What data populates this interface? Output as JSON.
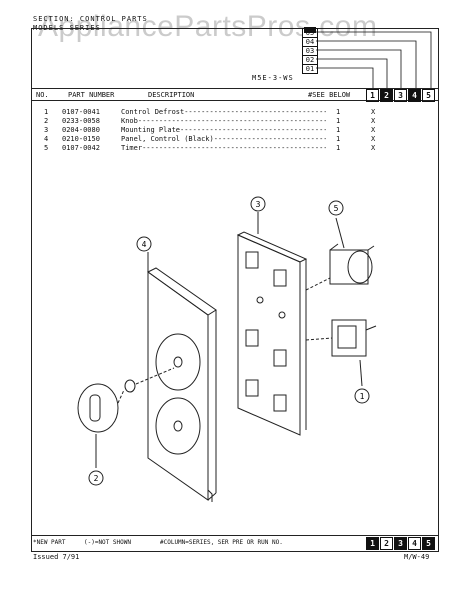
{
  "watermark": "AppliancePartsPros.com",
  "header": {
    "section": "SECTION: CONTROL PARTS",
    "models": "MODELS SERIES",
    "model_number": "M5E-3-WS",
    "see_below": "#SEE BELOW",
    "series_codes": [
      "05",
      "04",
      "03",
      "02",
      "01"
    ]
  },
  "columns": {
    "no": "NO.",
    "part_number": "PART NUMBER",
    "description": "DESCRIPTION",
    "series_boxes": [
      "1",
      "2",
      "3",
      "4",
      "5"
    ]
  },
  "parts": [
    {
      "no": "1",
      "part_number": "0107-0041",
      "description": "Control Defrost",
      "qty": "1",
      "mark": "X"
    },
    {
      "no": "2",
      "part_number": "0233-0058",
      "description": "Knob",
      "qty": "1",
      "mark": "X"
    },
    {
      "no": "3",
      "part_number": "0204-0080",
      "description": "Mounting Plate",
      "qty": "1",
      "mark": "X"
    },
    {
      "no": "4",
      "part_number": "0210-0150",
      "description": "Panel, Control (Black)",
      "qty": "1",
      "mark": "X"
    },
    {
      "no": "5",
      "part_number": "0107-0042",
      "description": "Timer",
      "qty": "1",
      "mark": "X"
    }
  ],
  "callouts": [
    "1",
    "2",
    "3",
    "4",
    "5"
  ],
  "footer": {
    "new_part": "*NEW PART",
    "not_shown": "(-)=NOT SHOWN",
    "column_legend": "#COLUMN=SERIES, SER PRE OR RUN NO.",
    "boxes": [
      "1",
      "2",
      "3",
      "4",
      "5"
    ],
    "issued": "Issued 7/91",
    "code": "M/W-49"
  }
}
